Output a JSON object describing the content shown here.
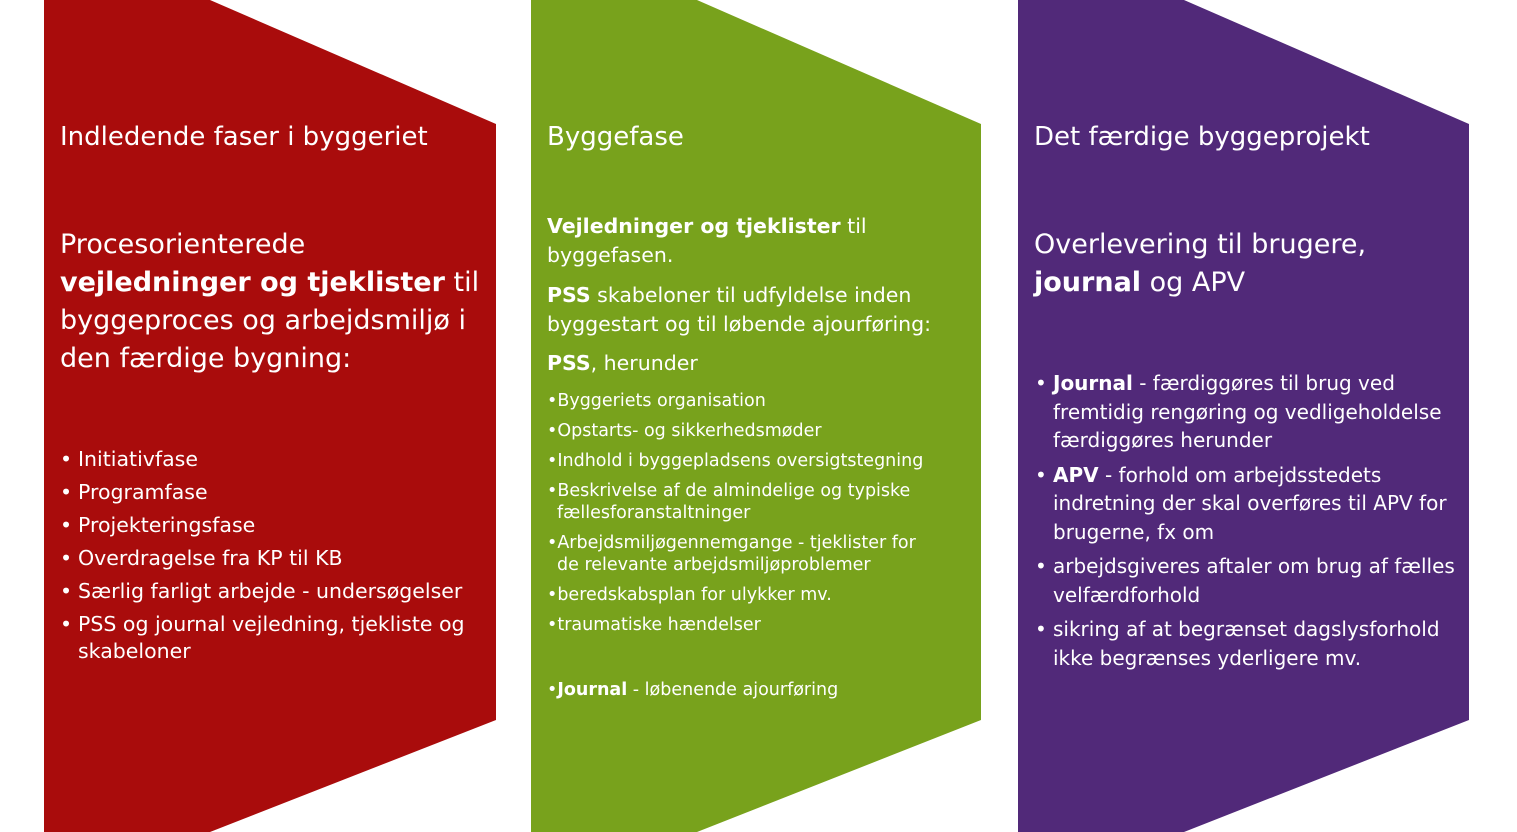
{
  "colors": {
    "red": "#a90c0c",
    "green": "#78a21c",
    "purple": "#512979"
  },
  "panel1": {
    "title": "Indledende faser i byggeriet",
    "heading": {
      "pre": "Procesorienterede ",
      "bold": "vejledninger og tjeklister",
      "post": " til byggeproces og arbejdsmiljø i den færdige bygning:"
    },
    "items": [
      "Initiativfase",
      "Programfase",
      "Projekteringsfase",
      "Overdragelse fra KP til KB",
      "Særlig farligt arbejde - undersøgelser",
      "PSS og journal vejledning, tjekliste og skabeloner"
    ]
  },
  "panel2": {
    "title": "Byggefase",
    "intro": {
      "bold": "Vejledninger og tjeklister",
      "post": " til byggefasen."
    },
    "pss": {
      "bold": "PSS",
      "post": " skabeloner til udfyldelse  inden byggestart og til løbende ajourføring:"
    },
    "pss_label": {
      "bold": "PSS",
      "post": ", herunder"
    },
    "items": [
      "Byggeriets organisation",
      "Opstarts- og sikkerhedsmøder",
      "Indhold i byggepladsens oversigtstegning",
      "Beskrivelse af de almindelige og typiske",
      "fællesforanstaltninger",
      "Arbejdsmiljøgennemgange - tjeklister for",
      "de relevante arbejdsmiljøproblemer",
      "beredskabsplan for ulykker mv.",
      "traumatiske hændelser"
    ],
    "journal": {
      "bold": "Journal",
      "post": "  - løbenende ajourføring"
    }
  },
  "panel3": {
    "title": "Det færdige byggeprojekt",
    "heading": {
      "pre": "Overlevering til brugere, ",
      "bold": "journal",
      "post": " og APV"
    },
    "items": [
      {
        "bold": "Journal",
        "text": " - færdiggøres til brug ved fremtidig rengøring og vedligeholdelse færdiggøres herunder"
      },
      {
        "bold": "APV",
        "text": " - forhold om arbejdsstedets indretning der skal overføres til APV for brugerne, fx om"
      },
      {
        "bold": "",
        "text": "arbejdsgiveres aftaler om brug af fælles velfærdforhold"
      },
      {
        "bold": "",
        "text": "sikring af at begrænset dagslysforhold ikke begrænses yderligere mv."
      }
    ]
  }
}
